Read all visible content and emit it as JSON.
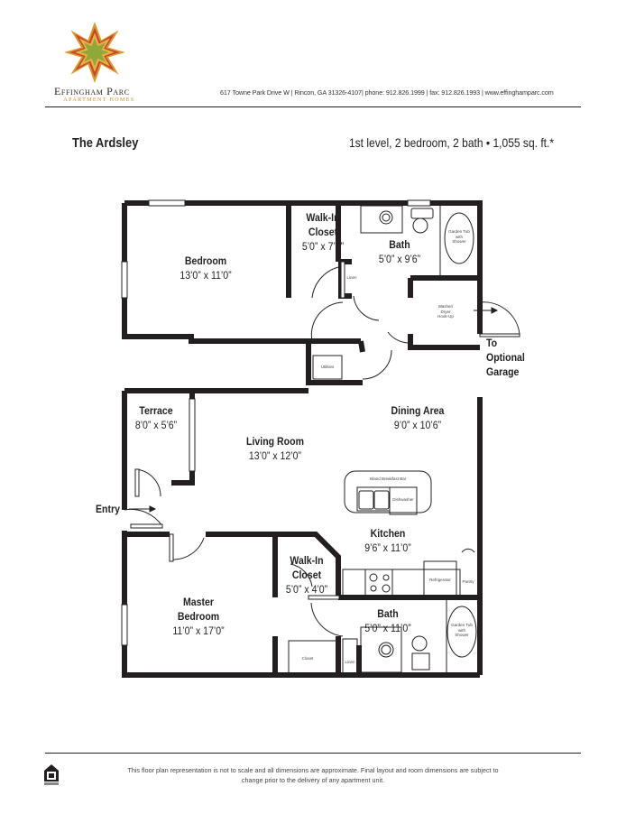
{
  "header": {
    "brand_name": "Effingham Parc",
    "brand_subtitle": "APARTMENT HOMES",
    "logo_icon": "star-burst-logo-icon",
    "contact_line": "617 Towne Park Drive W | Rincon, GA 31326-4107| phone: 912.826.1999 | fax: 912.826.1993 |  www.effinghamparc.com",
    "brand_colors": {
      "outer": "#d99a2b",
      "middle": "#c8452a",
      "inner": "#8fa838"
    }
  },
  "unit": {
    "name": "The Ardsley",
    "summary": "1st level, 2 bedroom, 2 bath • 1,055 sq. ft.*"
  },
  "floorplan": {
    "rooms": [
      {
        "name": "Bedroom",
        "dims": "13’0” x 11’0”"
      },
      {
        "name": "Walk-In Closet",
        "line1": "Walk-In",
        "line2": "Closet",
        "dims": "5’0” x 7’0”"
      },
      {
        "name": "Bath",
        "dims": "5’0” x 9’6”"
      },
      {
        "name": "Terrace",
        "dims": "8’0” x 5’6”"
      },
      {
        "name": "Living Room",
        "dims": "13’0” x 12’0”"
      },
      {
        "name": "Dining Area",
        "dims": "9’0” x 10’6”"
      },
      {
        "name": "Kitchen",
        "dims": "9’6” x 11’0”"
      },
      {
        "name": "Walk-In Closet",
        "line1": "Walk-In",
        "line2": "Closet",
        "dims": "5’0” x 4’0”"
      },
      {
        "name": "Master Bedroom",
        "line1": "Master",
        "line2": "Bedroom",
        "dims": "11’0” x 17’0”"
      },
      {
        "name": "Bath",
        "dims": "5’0” x 11’0”"
      }
    ],
    "fixtures": {
      "garden_tub_1": [
        "Garden Tub",
        "with",
        "Shower"
      ],
      "garden_tub_2": [
        "Garden Tub",
        "with",
        "Shower"
      ],
      "washer_dryer": [
        "Washer/",
        "Dryer",
        "Hook-Up"
      ],
      "linen_1": "Linen",
      "linen_2": "Linen",
      "utilities": "Utilities",
      "island": "Island Breakfast Bar",
      "dishwasher": "Dishwasher",
      "refrigerator": "Refrigerator",
      "pantry": "Pantry",
      "closet": "Closet"
    },
    "annotations": {
      "entry": "Entry",
      "garage_line1": "To",
      "garage_line2": "Optional",
      "garage_line3": "Garage"
    }
  },
  "footer": {
    "disclaimer": "This floor plan representation is not to scale and all dimensions are approximate. Final layout and room dimensions are subject to change prior to the delivery of any apartment unit.",
    "equal_housing_icon": "equal-housing-opportunity-icon"
  }
}
